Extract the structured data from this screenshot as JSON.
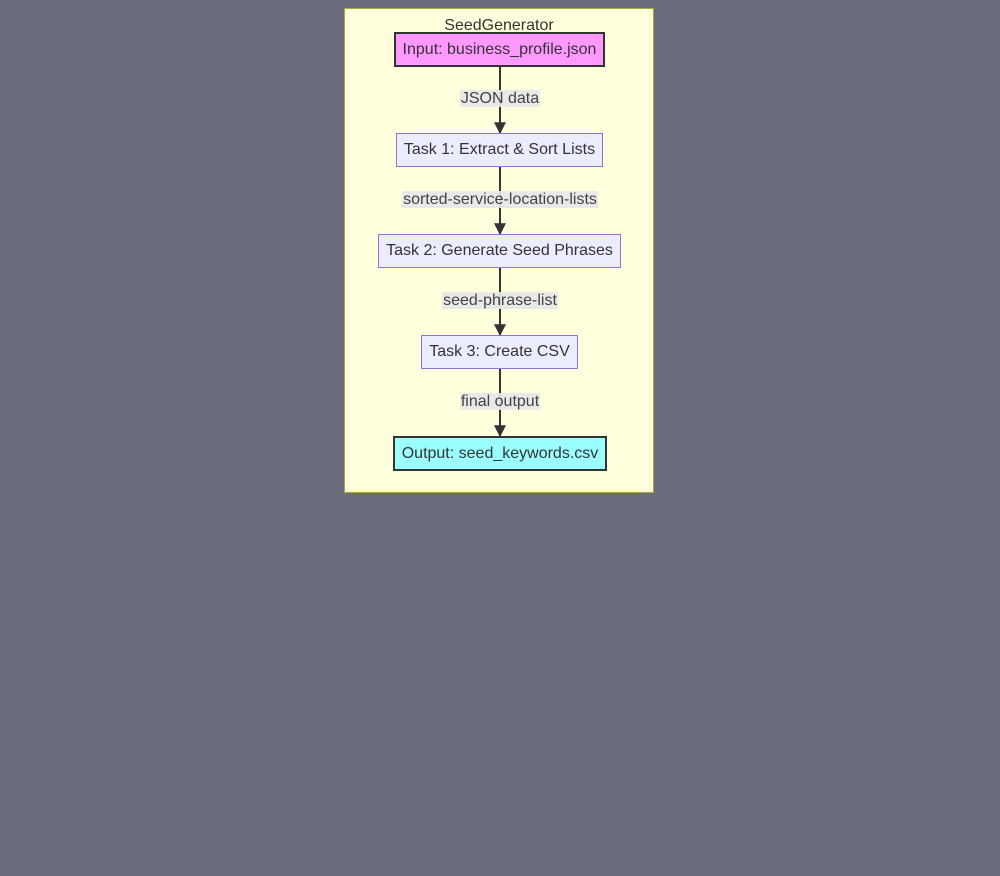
{
  "diagram": {
    "subgraph_title": "SeedGenerator",
    "nodes": {
      "input": {
        "label": "Input: business_profile.json",
        "fill": "#ff99ff"
      },
      "task1": {
        "label": "Task 1: Extract & Sort Lists",
        "fill": "#ececff"
      },
      "task2": {
        "label": "Task 2: Generate Seed Phrases",
        "fill": "#ececff"
      },
      "task3": {
        "label": "Task 3: Create CSV",
        "fill": "#ececff"
      },
      "output": {
        "label": "Output: seed_keywords.csv",
        "fill": "#99ffff"
      }
    },
    "edges": [
      {
        "from": "input",
        "to": "task1",
        "label": "JSON data"
      },
      {
        "from": "task1",
        "to": "task2",
        "label": "sorted-service-location-lists"
      },
      {
        "from": "task2",
        "to": "task3",
        "label": "seed-phrase-list"
      },
      {
        "from": "task3",
        "to": "output",
        "label": "final output"
      }
    ]
  },
  "colors": {
    "background": "#6b6c7b",
    "subgraph_fill": "#ffffde",
    "subgraph_border": "#aaaa33",
    "task_border": "#9370db",
    "io_border": "#333333",
    "edge": "#333333"
  }
}
